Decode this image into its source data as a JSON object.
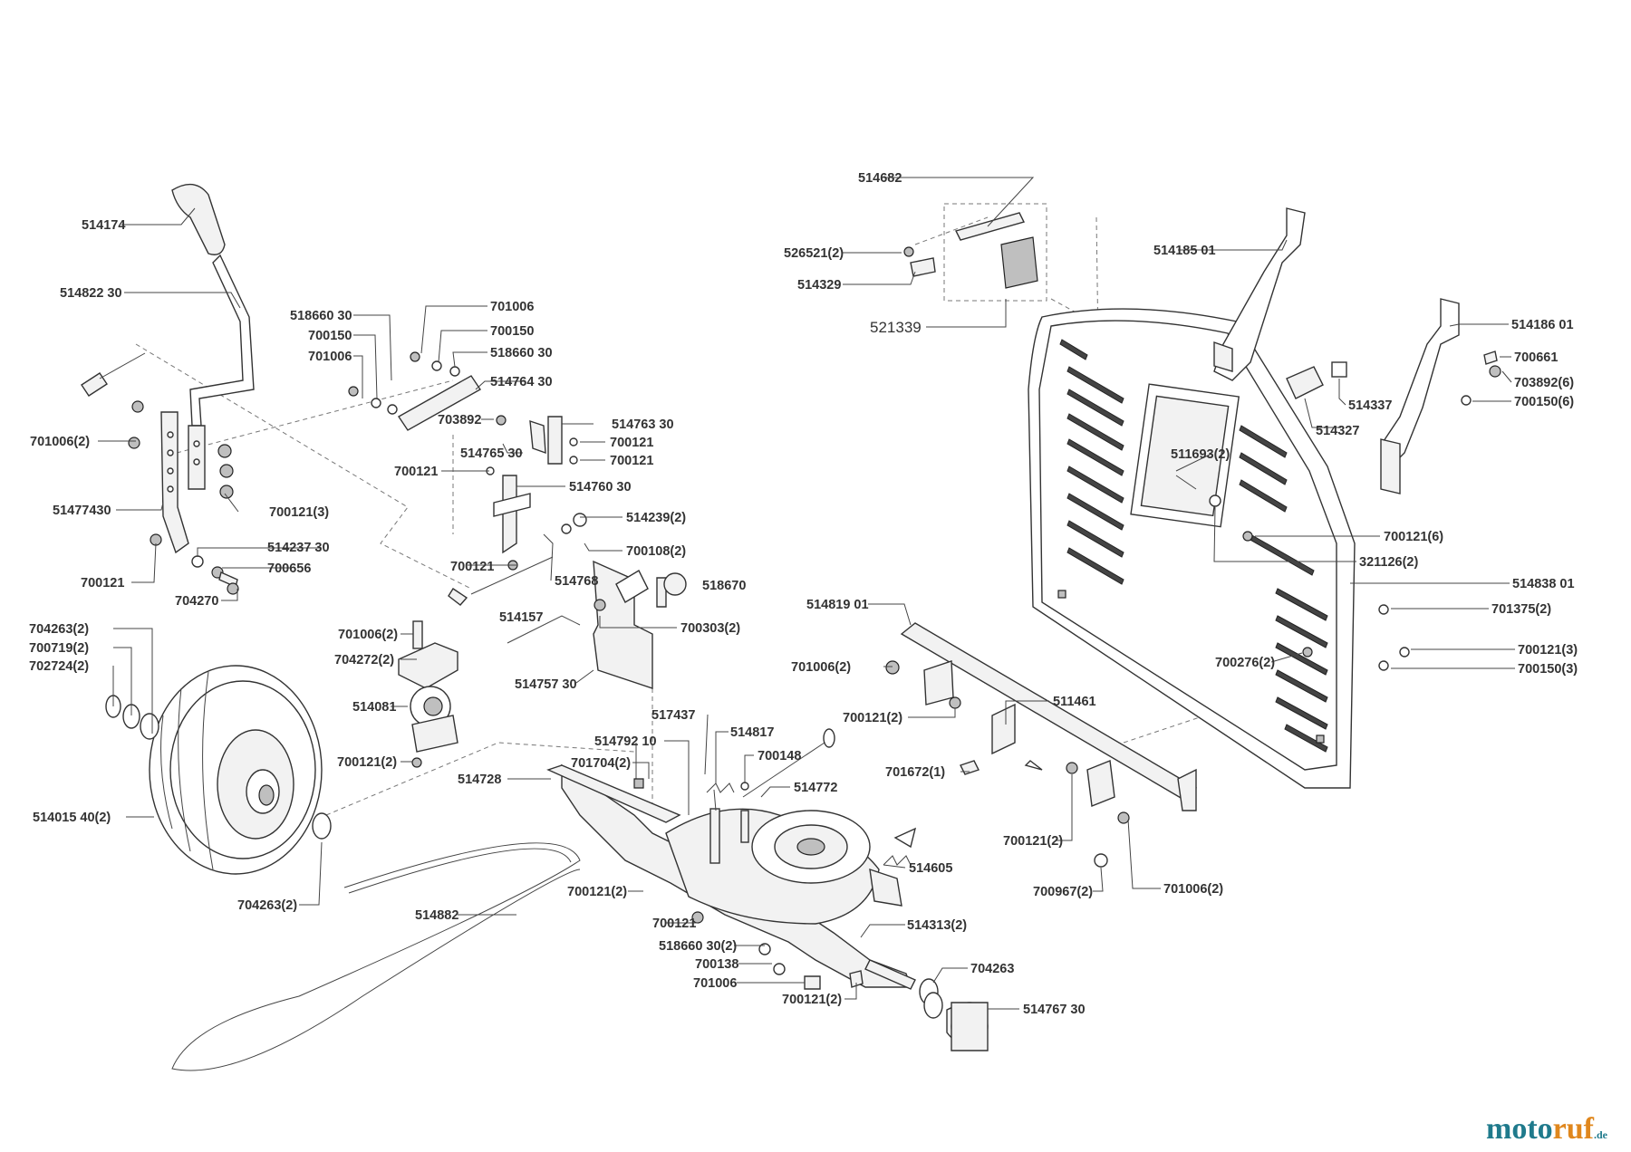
{
  "diagram": {
    "parts": [
      {
        "id": "p1",
        "label": "514174"
      },
      {
        "id": "p2",
        "label": "514822 30"
      },
      {
        "id": "p3",
        "label": "701006(2)"
      },
      {
        "id": "p4",
        "label": "51477430"
      },
      {
        "id": "p5",
        "label": "700121"
      },
      {
        "id": "p6",
        "label": "700121(3)"
      },
      {
        "id": "p7",
        "label": "514237 30"
      },
      {
        "id": "p8",
        "label": "700656"
      },
      {
        "id": "p9",
        "label": "704270"
      },
      {
        "id": "p10",
        "label": "518660 30"
      },
      {
        "id": "p11",
        "label": "700150"
      },
      {
        "id": "p12",
        "label": "701006"
      },
      {
        "id": "p13",
        "label": "701006"
      },
      {
        "id": "p14",
        "label": "700150"
      },
      {
        "id": "p15",
        "label": "518660 30"
      },
      {
        "id": "p16",
        "label": "514764 30"
      },
      {
        "id": "p17",
        "label": "703892"
      },
      {
        "id": "p18",
        "label": "514765 30"
      },
      {
        "id": "p19",
        "label": "514763 30"
      },
      {
        "id": "p20",
        "label": "700121"
      },
      {
        "id": "p21",
        "label": "700121"
      },
      {
        "id": "p22",
        "label": "700121"
      },
      {
        "id": "p23",
        "label": "514760 30"
      },
      {
        "id": "p24",
        "label": "514239(2)"
      },
      {
        "id": "p25",
        "label": "700108(2)"
      },
      {
        "id": "p26",
        "label": "700121"
      },
      {
        "id": "p27",
        "label": "514768"
      },
      {
        "id": "p28",
        "label": "518670"
      },
      {
        "id": "p29",
        "label": "514157"
      },
      {
        "id": "p30",
        "label": "700303(2)"
      },
      {
        "id": "p31",
        "label": "514757 30"
      },
      {
        "id": "p32",
        "label": "701006(2)"
      },
      {
        "id": "p33",
        "label": "704272(2)"
      },
      {
        "id": "p34",
        "label": "514081"
      },
      {
        "id": "p35",
        "label": "700121(2)"
      },
      {
        "id": "p36",
        "label": "704263(2)"
      },
      {
        "id": "p37",
        "label": "700719(2)"
      },
      {
        "id": "p38",
        "label": "702724(2)"
      },
      {
        "id": "p39",
        "label": "514015 40(2)"
      },
      {
        "id": "p40",
        "label": "704263(2)"
      },
      {
        "id": "p41",
        "label": "514882"
      },
      {
        "id": "p42",
        "label": "514728"
      },
      {
        "id": "p43",
        "label": "517437"
      },
      {
        "id": "p44",
        "label": "514792 10"
      },
      {
        "id": "p45",
        "label": "701704(2)"
      },
      {
        "id": "p46",
        "label": "514817"
      },
      {
        "id": "p47",
        "label": "700148"
      },
      {
        "id": "p48",
        "label": "514772"
      },
      {
        "id": "p49",
        "label": "514605"
      },
      {
        "id": "p50",
        "label": "700121(2)"
      },
      {
        "id": "p51",
        "label": "700121"
      },
      {
        "id": "p52",
        "label": "514313(2)"
      },
      {
        "id": "p53",
        "label": "518660 30(2)"
      },
      {
        "id": "p54",
        "label": "700138"
      },
      {
        "id": "p55",
        "label": "701006"
      },
      {
        "id": "p56",
        "label": "704263"
      },
      {
        "id": "p57",
        "label": "700121(2)"
      },
      {
        "id": "p58",
        "label": "514767 30"
      },
      {
        "id": "p59",
        "label": "514682"
      },
      {
        "id": "p60",
        "label": "526521(2)"
      },
      {
        "id": "p61",
        "label": "514329"
      },
      {
        "id": "p62",
        "label": "521339"
      },
      {
        "id": "p63",
        "label": "514185 01"
      },
      {
        "id": "p64",
        "label": "514186 01"
      },
      {
        "id": "p65",
        "label": "700661"
      },
      {
        "id": "p66",
        "label": "703892(6)"
      },
      {
        "id": "p67",
        "label": "700150(6)"
      },
      {
        "id": "p68",
        "label": "514337"
      },
      {
        "id": "p69",
        "label": "514327"
      },
      {
        "id": "p70",
        "label": "511693(2)"
      },
      {
        "id": "p71",
        "label": "700121(6)"
      },
      {
        "id": "p72",
        "label": "321126(2)"
      },
      {
        "id": "p73",
        "label": "514838 01"
      },
      {
        "id": "p74",
        "label": "701375(2)"
      },
      {
        "id": "p75",
        "label": "700121(3)"
      },
      {
        "id": "p76",
        "label": "700150(3)"
      },
      {
        "id": "p77",
        "label": "700276(2)"
      },
      {
        "id": "p78",
        "label": "514819 01"
      },
      {
        "id": "p79",
        "label": "701006(2)"
      },
      {
        "id": "p80",
        "label": "700121(2)"
      },
      {
        "id": "p81",
        "label": "511461"
      },
      {
        "id": "p82",
        "label": "701672(1)"
      },
      {
        "id": "p83",
        "label": "700121(2)"
      },
      {
        "id": "p84",
        "label": "700967(2)"
      },
      {
        "id": "p85",
        "label": "701006(2)"
      }
    ]
  },
  "brand": {
    "part1": "moto",
    "part2": "ruf",
    "tld": ".de",
    "colors": {
      "primary": "#1f7a8c",
      "accent": "#e0871d"
    }
  }
}
